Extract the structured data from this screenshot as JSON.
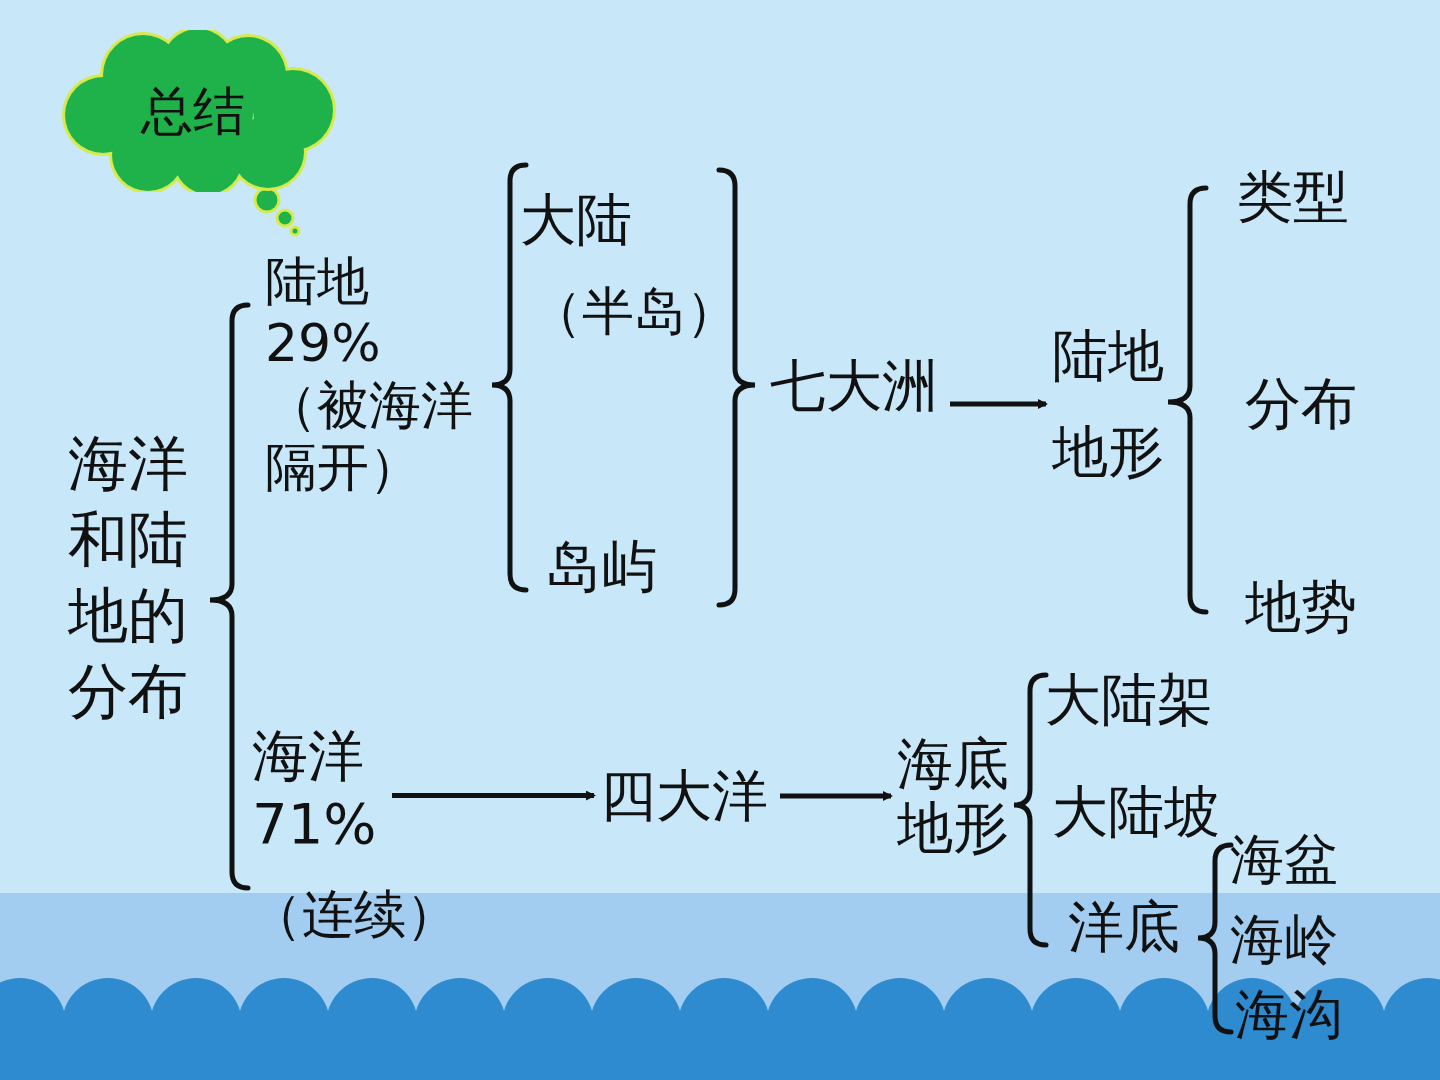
{
  "diagram": {
    "nodes": [
      {
        "text": [
          "总结"
        ]
      },
      {
        "text": [
          "海洋和陆地的分布"
        ]
      },
      {
        "text": [
          "陆地 29%",
          "（被海洋隔开）"
        ]
      },
      {
        "text": [
          "大陆"
        ]
      },
      {
        "text": [
          "（半岛）"
        ]
      },
      {
        "text": [
          "岛屿"
        ]
      },
      {
        "text": [
          "七大洲"
        ]
      },
      {
        "text": [
          "陆地地形"
        ]
      },
      {
        "text": [
          "类型"
        ]
      },
      {
        "text": [
          "分布"
        ]
      },
      {
        "text": [
          "地势"
        ]
      },
      {
        "text": [
          "海洋 71%"
        ]
      },
      {
        "text": [
          "四大洋"
        ]
      },
      {
        "text": [
          "海底地形"
        ]
      },
      {
        "text": [
          "大陆架"
        ]
      },
      {
        "text": [
          "大陆坡"
        ]
      },
      {
        "text": [
          "洋底"
        ]
      },
      {
        "text": [
          "海盆"
        ]
      },
      {
        "text": [
          "海岭"
        ]
      },
      {
        "text": [
          "海沟"
        ]
      }
    ],
    "edges": [
      {
        "from": 6,
        "to": 7,
        "arrow": "to"
      },
      {
        "from": 11,
        "to": 12,
        "arrow": "to"
      },
      {
        "from": 12,
        "to": 13,
        "arrow": "to"
      }
    ],
    "labels": [
      "（连续）"
    ]
  }
}
